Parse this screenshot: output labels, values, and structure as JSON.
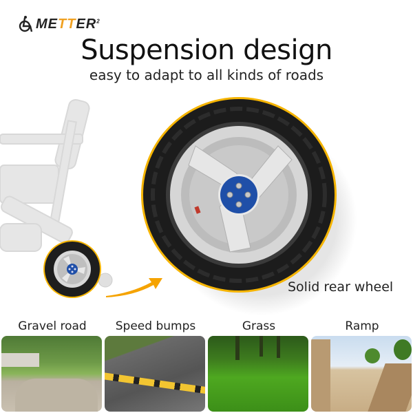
{
  "brand": {
    "name_part1": "ME",
    "name_part2": "TT",
    "name_part3": "ER",
    "superscript": "2",
    "accent_color": "#f0a020"
  },
  "header": {
    "title": "Suspension design",
    "subtitle": "easy to adapt to all kinds of roads"
  },
  "hero": {
    "caption": "Solid rear wheel",
    "tire_color": "#1e1e1e",
    "rim_color": "#c8c8c8",
    "hub_color": "#1f4fa8",
    "highlight_color": "#f5b400"
  },
  "roads": [
    {
      "label": "Gravel road",
      "icon": "gravel-road-photo"
    },
    {
      "label": "Speed bumps",
      "icon": "speed-bumps-photo"
    },
    {
      "label": "Grass",
      "icon": "grass-photo"
    },
    {
      "label": "Ramp",
      "icon": "ramp-photo"
    }
  ]
}
